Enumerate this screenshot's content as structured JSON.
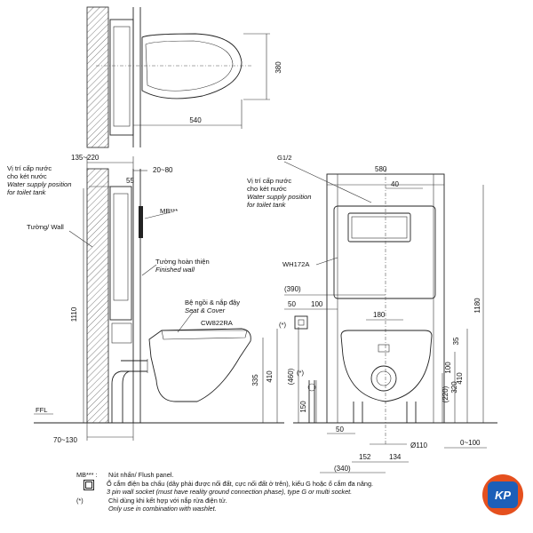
{
  "dims": {
    "top_depth": "380",
    "top_length": "540",
    "wall_range": "135~220",
    "frame_gap": "20~80",
    "d55": "55",
    "h1110": "1110",
    "h335": "335",
    "h410": "410",
    "floor_range": "70~130",
    "w580": "580",
    "d40": "40",
    "d390": "(390)",
    "d50a": "50",
    "d100a": "100",
    "d180": "180",
    "h1180": "1180",
    "h35": "35",
    "h100": "100",
    "h320": "320",
    "h220": "(220)",
    "h460": "(460)",
    "h150": "150",
    "d50b": "50",
    "pipe": "Ø110",
    "d0_100": "0~100",
    "d152": "152",
    "d134": "134",
    "d340": "(340)",
    "mark_star": "(*)"
  },
  "labels": {
    "water_vi": "Vị trí cấp nước",
    "water_vi2": "cho két nước",
    "water_en": "Water supply position",
    "water_en2": "for toilet tank",
    "wall": "Tường/ Wall",
    "mb": "MB***",
    "finished_vi": "Tường hoàn thiện",
    "finished_en": "Finished wall",
    "seat_vi": "Bệ ngồi & nắp đậy",
    "seat_en": "Seat & Cover",
    "model": "CW822RA",
    "ffl": "FFL",
    "g12": "G1/2",
    "frame_model": "WH172A"
  },
  "notes": [
    {
      "key": "MB*** :",
      "text": [
        "Nút nhấn/ Flush panel."
      ]
    },
    {
      "key": "",
      "socket": true,
      "text": [
        "Ổ cắm điện ba chấu (dây phải được nối đất, cực nối đất ở trên), kiểu G hoặc ổ cắm đa năng.",
        "3 pin wall socket (must have reality ground connection phase), type G or multi socket."
      ]
    },
    {
      "key": "(*)",
      "text": [
        "Chỉ dùng khi kết hợp với nắp rửa điện tử.",
        "Only use in combination with washlet."
      ]
    }
  ],
  "logo": {
    "text": "KP"
  }
}
